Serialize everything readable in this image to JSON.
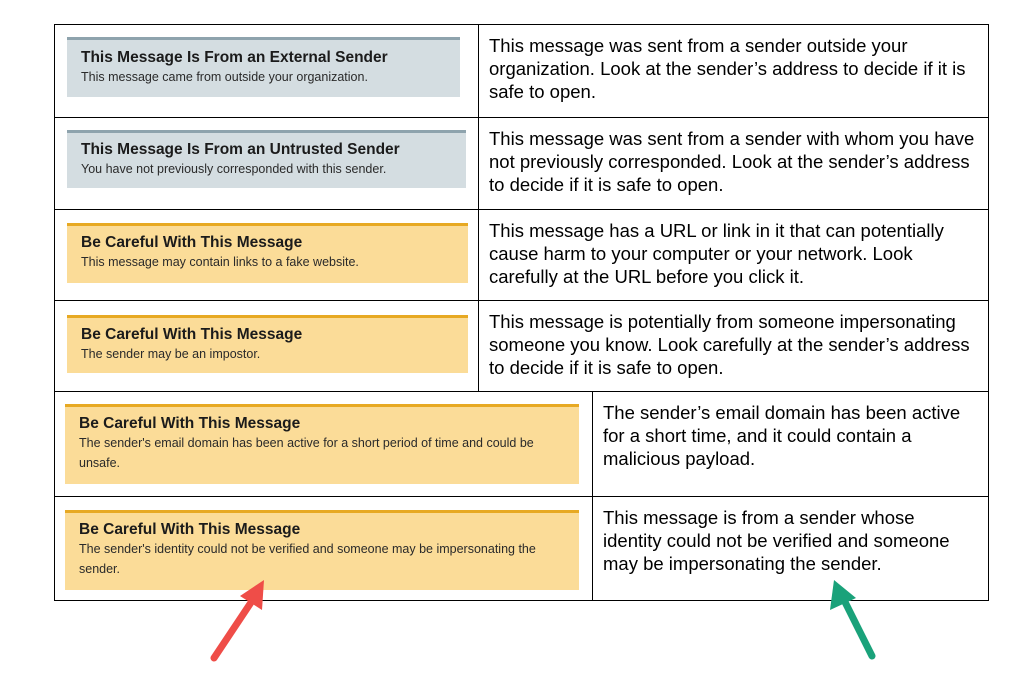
{
  "rows": [
    {
      "banner_style": "gray",
      "banner_title": "This Message Is From an External Sender",
      "banner_text": "This message came from outside your organization.",
      "description": "This message was sent from a sender outside your organization. Look at the sender’s address to decide if it is safe to open."
    },
    {
      "banner_style": "gray",
      "banner_title": "This Message Is From an Untrusted Sender",
      "banner_text": "You have not previously corresponded with this sender.",
      "description": "This message was sent from a sender with whom you have not previously corresponded. Look at the sender’s address to decide if it is safe to open."
    },
    {
      "banner_style": "yellow",
      "banner_title": "Be Careful With This Message",
      "banner_text": "This message may contain links to a fake website.",
      "description": "This message has a URL or link in it that can potentially cause harm to your computer or your network. Look carefully at the URL before you click it."
    },
    {
      "banner_style": "yellow",
      "banner_title": "Be Careful With This Message",
      "banner_text": "The sender may be an impostor.",
      "description": "This message is potentially from someone impersonating someone you know. Look carefully at the sender’s address to decide if it is safe to open."
    },
    {
      "banner_style": "yellow",
      "banner_title": "Be Careful With This Message",
      "banner_text": "The sender's email domain has been active for a short period of time and could be unsafe.",
      "description": "The sender’s email domain has been active for a short time, and it could contain a malicious payload."
    },
    {
      "banner_style": "yellow",
      "banner_title": "Be Careful With This Message",
      "banner_text": "The sender's identity could not be verified and someone may be impersonating the sender.",
      "description": "This message is from a sender whose identity could not be verified and someone may be impersonating the sender."
    }
  ],
  "colors": {
    "gray_banner_bg": "#d4dde1",
    "gray_banner_border": "#8ea3ad",
    "yellow_banner_bg": "#fbdc98",
    "yellow_banner_border": "#e7a923",
    "red_arrow": "#ef4d48",
    "green_arrow": "#1aa27a"
  },
  "icons": {
    "left_arrow": "red-arrow-icon",
    "right_arrow": "green-arrow-icon"
  }
}
